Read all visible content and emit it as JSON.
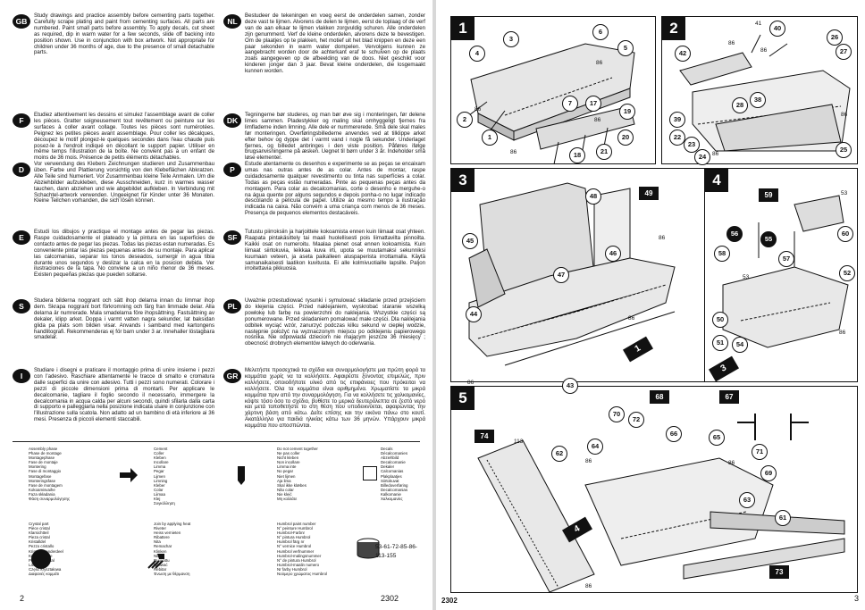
{
  "languages": [
    {
      "code": "GB",
      "col": 1,
      "text": "Study drawings and practice assembly before cementing parts together. Carefully scrape plating and paint from cementing surfaces. All parts are numbered. Paint small parts before assembly. To apply decals, cut sheet as required, dip in warm water for a few seconds, slide off backing into position shown. Use in conjunction with box artwork. Not appropriate for children under 36 months of age, due to the presence of small detachable parts."
    },
    {
      "code": "F",
      "col": 1,
      "text": "Etudiez attentivement les dessins et simulez l'assemblage avant de coller les pièces. Gratter soigneusement tout revêtement ou peinture sur les surfaces à coller avant collage. Toutes les pièces sont numérotées. Peignez les petites pièces avant assemblage. Pour coller les décalques, découpez le motif plongez-le quelques secondes dans l'eau chaude puis posez-le à l'endroit indiqué en décollant le support papier. Utiliser en même temps l'illustration de la boîte. Ne convient pas à un enfant de moins de 36 mois. Présence de petits éléments détachables."
    },
    {
      "code": "D",
      "col": 1,
      "text": "Vor verwendung des Klebers Zeichnungen studieren und Zusammenbau üben. Farbe und Plattierung vorsichtig von den Klebeflächen Abkratzen. Alle Teile sind Numeriert. Vor Zusammenbau kleine Teile Anmalen. Um die Abziehbilder aufzukleben, diese Ausschneiden, kurz in warmes wasser tauchen, dann abziehen und wie abgebildet aufkleben. In Verbindung mit Schachtel-artwork verwenden. Ungeeignet für Kinder unter 36 Monaten. Kleine Teilchen vorhanden, die sich lösen können."
    },
    {
      "code": "E",
      "col": 1,
      "text": "Estudi los dibujos y practique el montage antes de pegar las piezas. Raspe cuidadosamente el plateado y la pintura en las superficies de contacto antes de pegar las piezas. Todas las piezas estan numeradas. Es conveniente pintar las piezas pequenas antes de su montaje. Para aplicar las calcomanias, separar los tonos deseados, sumergir in agua tibia durante unos segundos y deslizar la calca en la posicion debida. Ver ilustraciones de la tapa. No conviene a un niño menor de 36 meses. Existen pequeñas piezas que pueden soltarse."
    },
    {
      "code": "S",
      "col": 1,
      "text": "Studera bilderna noggrant och sätt ihop delarna innan du limmar ihop dem. Skrapa noggrant bort förkromning och färg fran limmade delar. Alla delarna är numrerade. Mala smadelarna före ihopsättning. Fastsättning av dekaler, klipp arket. Doppa i varmt vatten nagra sekunder, lat baksidan glida pa plats som bilden visar. Anvands i samband med kartongens handlitografi. Rekommenderas ej för barn under 3 ar. Innehaller löstagbara smadelar."
    },
    {
      "code": "I",
      "col": 1,
      "text": "Studiare i disegni e praticare il montaggio prima di unire insieme i pezzi con l'adesivo. Raschiare attentamente le tracce di smalto e cromatura dalle superfici da unire con adesivo. Tutti i pezzi sono numerati. Colorare i pezzi di piccole dimensioni prima di montarli. Per applicare le decalcomanie, tagliare il foglio secondo il necessario, immergere la decalcomania in acqua calda per alcuni secondi, quindi sfilarla dalla carta di supporto e palleggiarla nella posizione indicata usare in conjunzione con l'illustrazione sulla scatola. Non adatto ad un bambino di età inferiore ai 36 mesi. Presenza di piccoli elementi staccabili."
    },
    {
      "code": "NL",
      "col": 2,
      "text": "Bestudeer de tekeningen en voeg eerst de onderdelen samen, zonder deze vast te lijmen. Alvorens de delen te lijmen, eerst de toplaag of de verf van de aan elkaar te lijmen vlakken zorgvuldig schuren. Alle onderdelen zijn genummerd. Verf de kleine onderdelen, alvorens deze te bevestigen. Om de plaatjes op te plakken, het motief uit het blad knippen en deze een paar sekonden in warm water dompelen. Vervolgens kunnen ze aangebracht worden door de achterkant eraf te schuiven op de plaats zoals aangegeven op de afbeelding van de doos. Niet geschikt voor kinderen jonger dan 3 jaar. Bevat kleine onderdelen, die losgemaakt kunnen worden."
    },
    {
      "code": "DK",
      "col": 2,
      "text": "Tegningerne bør studeres, og man bør øve sig i monteringen, før delene limes sammen. Pladestykker og maling skal omhyggeligt fjernes fra limfladerne inden limning. Alle dele er nummererede. Små dele skal males før monteringen. Overføringsbillederne anvendes ved at tilklippe arket efter behov og dyppe det i varmt vand i nogle få sekunder. Underlaget fjernes, og billedet anbringes i den viste position. Påføres ifølge brugsanvisningerne på æsken. Uegnet til børn under 3 år. Indeholder små løse elementer."
    },
    {
      "code": "P",
      "col": 2,
      "text": "Estude atentamente os desenhos e experimente se as peças se encaixam umas nas outras antes de as colar. Antes de montar, raspe cuidadosamente qualquer revestimento ou tinta nas superfícies a colar. Todas as peças estão numeradas. Pinte as pequenas peças antes da montagem. Para colar as decalcomanias, corte o desenho e merguhe-o na água quente por alguns segundos e depois ponha-o no lugar indicado descolando a película de papel. Utilize ao mesmo tempo a ilustração indicada na caixa. Não convém a uma criança com menos de 36 meses. Presença de pequenos elementos destacáveis."
    },
    {
      "code": "SF",
      "col": 2,
      "text": "Tutustu piirroksiin ja harjoittele kokoamista ennen kuin liimaat osat yhteen. Raapata pintakäsittely tai maali huolellisesti pois liimattavilta pinnoilta. Kaikki osat on numeroitu. Maalaa pienet osat ennen kokoamista. Kuin liimaat siirtokuvia, leikkaa kuva irti, upota se muutamaksi sekunniksi kuumaan veteen, ja aseta paikalleen aluspaperista irrottamalla. Käytä samanaikaisesti laatikon kuvitusta. Ei alle kolmivuotiaille lapsille. Paljon irroitettavia pikkuosia."
    },
    {
      "code": "PL",
      "col": 2,
      "text": "Uważnie przestudiować rysunki i symulować składanie przed przejściem do klejenia części. Przed naklejaniem, wyskrobać staranie wszelką powłokę lub farbę na powierzchni do naklejania. Wszystkie części są ponumerowane. Przed składaniem pomalować małe części. Dla naklejania odbitek wyciąć wzór, zanurzyć podczas kilku sekund w ciepłej wodzie, następnie położyć na wyznaczonym miejscu po odklejeniu papierowego nośnika. Nie odpowiada dzieciom nie mającym jeszcze 36 miesięcy ; obecność drobnych elementów łatwych do oderwania."
    },
    {
      "code": "GR",
      "col": 2,
      "text": "Μελετήστε προσεχτικά τα σχέδια και συναρμολογήστε μια πρώτη φορά τα κομμάτια χωρίς να τα κολλήσετε. Αφαιρέστε ξύνοντας επιμελώς, πριν κολλήσετε, οποιοδήποτε υλικό από τις επιφάνειες που πρόκειται να κολλήσετε. Όλα τα κομμάτια είναι αριθμημένα. Χρωματίστε τα μικρά κομμάτια πριν από την συναρμολόγηση. Για να κολλήσετε τις χαλκομανίες, κόψτε τόσο όσο το σχέδιο, βυθίστε το μερικά δευτερόλεπτα σε ζεστό νερό και μετά τοποθετήστε το στη θέση που υποδεικνύεται, αφαιρώντας την χάρτινη βάση από κάτω. Δείτε επίσης και την εικόνα πάνω στο κουτί. Ακατάλληλο για παιδιά ηλικίας κάτω των 36 μηνών. Υπάρχουν μικρά κομμάτια που αποσπώνται."
    }
  ],
  "legend": {
    "assembly": [
      "Assembly phase",
      "Phase de montage",
      "Montagephase",
      "Fase de montaje",
      "Montering",
      "Fase di montaggio",
      "Montagefase",
      "Monteringsfase",
      "Fase de montagem",
      "Kokoamisvaihe",
      "Faza składania",
      "Φάση συναρμολόγησης"
    ],
    "cement": [
      "Cement",
      "Coller",
      "Kleben",
      "Incollare",
      "Limma",
      "Pegar",
      "Lijmen",
      "Limning",
      "Kleber",
      "Colar",
      "Liimaa",
      "Klej",
      "Συγκόλληση"
    ],
    "no_cement": [
      "Do not cement together",
      "Ne pas coller",
      "Nicht kleben",
      "Non incollare",
      "Limma inte",
      "No pegar",
      "Niet lijmen",
      "Aja lima",
      "Skal ikke klæbes",
      "Não colar",
      "Nie kleić",
      "Μη κολλάτε"
    ],
    "decals": [
      "Decals",
      "Décalcomanies",
      "Abziehbild",
      "Decalcomanie",
      "Dekaler",
      "Calcomanias",
      "Plakplaatjes",
      "Siirtokuvat",
      "Billedoverføring",
      "Decalcomanias",
      "Kalkomanie",
      "Χαλκομανίες"
    ],
    "crystal": [
      "Crystal part",
      "Pièce cristal",
      "Klarsichtteil",
      "Pieza cristal",
      "Kristalldel",
      "Pezzo cristallo",
      "Kristallen onderdeel",
      "Krystaldelene",
      "Peça de cristal",
      "Lasiosa",
      "Część kryształowa",
      "Διαφανές κομμάτι"
    ],
    "rivet": [
      "Join by applying heat",
      "Riveter",
      "Heiss vernieten",
      "Ribattere",
      "Nita",
      "Remachar",
      "Klinken",
      "Nitteq",
      "Ruuvattu",
      "Nitować",
      "Rebitar",
      "Ένωση με θέρμανση"
    ],
    "paint": [
      "Humbrol paint number",
      "N° peinture Humbrol",
      "Humbrol-Farbnr",
      "N° pintura Humbrol",
      "Humbrol färg nr",
      "N° vernice Humbrol",
      "Humbrol verfnummer",
      "Humbrol-malingsnummer",
      "N° de pintura Humbrol",
      "Humbrol-maalin numero",
      "Nr farby Humbrol",
      "Νούμερο χρώματος Humbrol"
    ],
    "paint_ref": "53-61-72-85-86-113-155"
  },
  "page_left": {
    "number": "2",
    "code": "2302"
  },
  "page_right": {
    "number": "3",
    "code": "2302"
  },
  "steps": {
    "s1": {
      "num": "1",
      "callouts": [
        "3",
        "6",
        "4",
        "5",
        "86",
        "2",
        "86",
        "17",
        "7",
        "19",
        "1",
        "86",
        "20",
        "18",
        "21",
        "86"
      ]
    },
    "s2": {
      "num": "2",
      "callouts": [
        "41",
        "40",
        "26",
        "42",
        "86",
        "86",
        "27",
        "39",
        "28",
        "38",
        "86",
        "22",
        "23",
        "24",
        "86",
        "25"
      ]
    },
    "s3": {
      "num": "3",
      "callouts": [
        "48",
        "49",
        "45",
        "86",
        "46",
        "47",
        "44",
        "86",
        "43",
        "86"
      ],
      "tag": "1"
    },
    "s4": {
      "num": "4",
      "labels": [
        "59",
        "53",
        "56",
        "55",
        "60",
        "58",
        "57",
        "52",
        "53",
        "50",
        "51",
        "54",
        "86"
      ],
      "tag": "3"
    },
    "s5": {
      "num": "5",
      "labels": [
        "68",
        "67",
        "70",
        "72",
        "74",
        "113",
        "66",
        "65",
        "64",
        "86",
        "62",
        "71",
        "86",
        "69",
        "63",
        "61",
        "73",
        "86"
      ],
      "tag": "4"
    }
  }
}
